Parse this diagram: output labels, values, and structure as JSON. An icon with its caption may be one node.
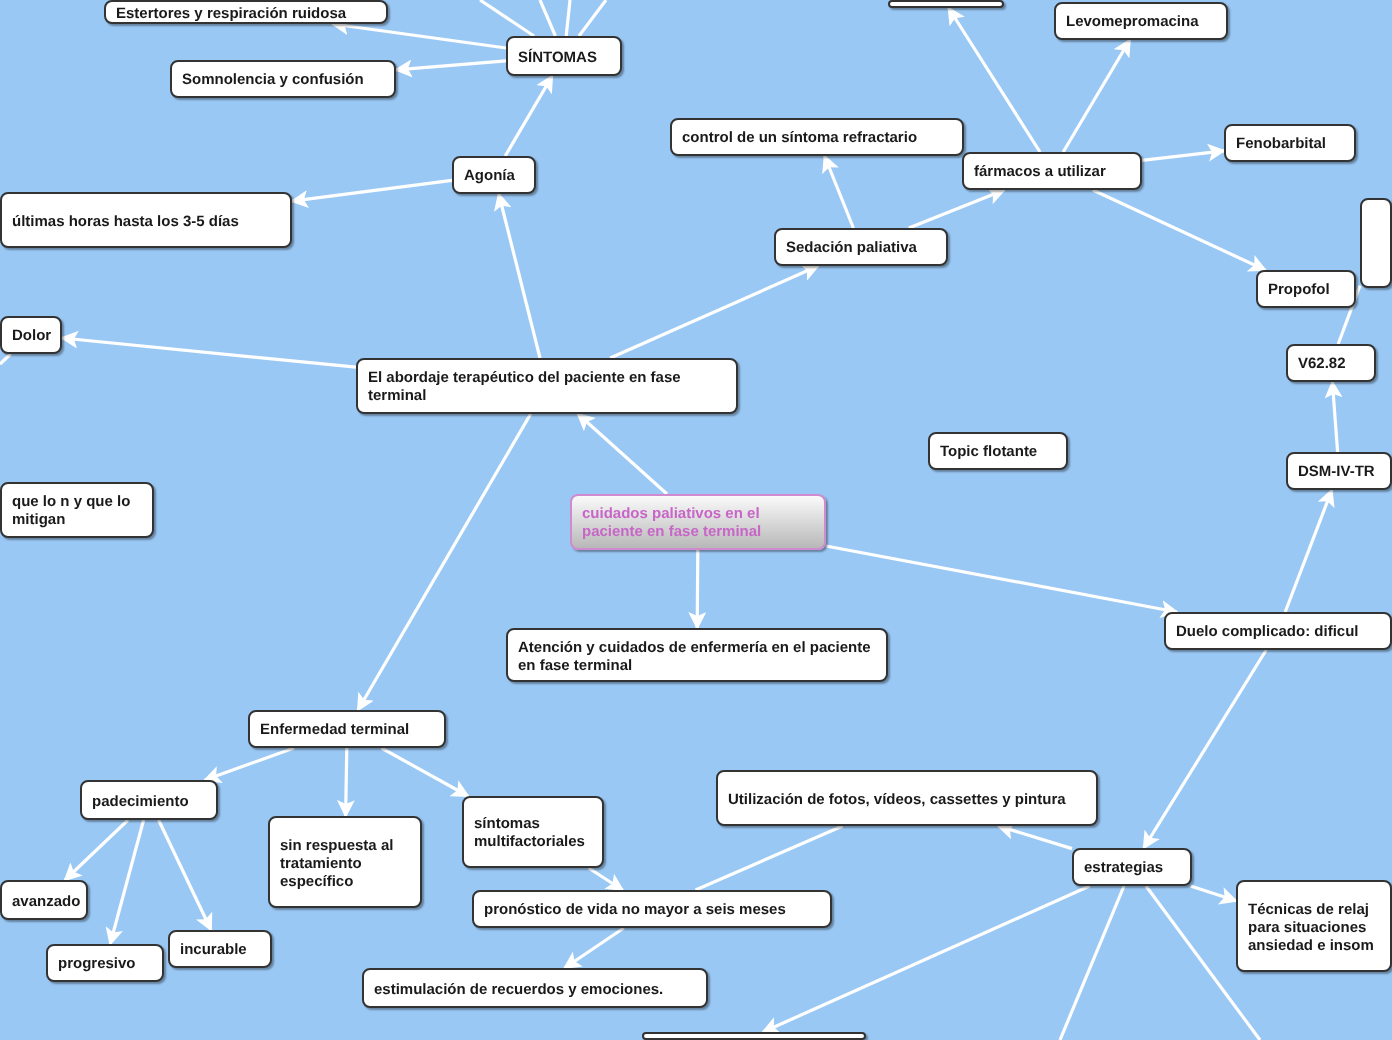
{
  "diagram": {
    "nodes": [
      {
        "text": [
          "Estertores y respiración ruidosa"
        ]
      },
      {
        "text": [],
        "shape": "box"
      },
      {
        "text": [
          "Levomepromacina"
        ]
      },
      {
        "text": [
          "SÍNTOMAS"
        ]
      },
      {
        "text": [
          "Somnolencia y confusión"
        ]
      },
      {
        "text": [
          "control de un síntoma refractario"
        ]
      },
      {
        "text": [
          "Fenobarbital"
        ]
      },
      {
        "text": [
          "fármacos a utilizar"
        ]
      },
      {
        "text": [
          "Agonía"
        ]
      },
      {
        "text": [],
        "shape": "box"
      },
      {
        "text": [
          "últimas horas hasta los 3-5 días"
        ]
      },
      {
        "text": [
          "Sedación paliativa"
        ]
      },
      {
        "text": [
          "Propofol"
        ]
      },
      {
        "text": [
          "Dolor"
        ]
      },
      {
        "text": [
          "V62.82"
        ]
      },
      {
        "text": [
          "El abordaje terapéutico del paciente en fase terminal"
        ]
      },
      {
        "text": [
          "Topic flotante"
        ]
      },
      {
        "text": [
          "DSM-IV-TR"
        ]
      },
      {
        "text": [
          "que lo n y que lo mitigan"
        ]
      },
      {
        "text": [
          "cuidados paliativos  en el paciente en fase terminal"
        ]
      },
      {
        "text": [
          "Atención y cuidados de enfermería en el paciente en fase terminal"
        ]
      },
      {
        "text": [
          "Duelo complicado: dificul"
        ]
      },
      {
        "text": [
          "Enfermedad terminal"
        ]
      },
      {
        "text": [
          "Utilización de fotos, vídeos, cassettes y pintura"
        ]
      },
      {
        "text": [
          "padecimiento"
        ]
      },
      {
        "text": [
          "sin respuesta al tratamiento específico"
        ]
      },
      {
        "text": [
          "síntomas multifactoriales"
        ]
      },
      {
        "text": [
          "estrategias"
        ]
      },
      {
        "text": [
          "Técnicas de relaj para situaciones ansiedad e insom"
        ]
      },
      {
        "text": [
          "avanzado"
        ]
      },
      {
        "text": [
          "pronóstico de vida no mayor a seis meses"
        ]
      },
      {
        "text": [
          "incurable"
        ]
      },
      {
        "text": [
          "progresivo"
        ]
      },
      {
        "text": [
          "estimulación de recuerdos y emociones."
        ]
      },
      {
        "text": [],
        "shape": "box"
      }
    ],
    "edges": [
      {
        "from": 3,
        "to": 0,
        "arrow": "to"
      },
      {
        "from": 3,
        "to": 4,
        "arrow": "to"
      },
      {
        "from": 3,
        "to": null,
        "arrow": "none"
      },
      {
        "from": 3,
        "to": null,
        "arrow": "none"
      },
      {
        "from": 3,
        "to": null,
        "arrow": "none"
      },
      {
        "from": 3,
        "to": null,
        "arrow": "none"
      },
      {
        "from": 8,
        "to": 3,
        "arrow": "to"
      },
      {
        "from": 8,
        "to": 10,
        "arrow": "to"
      },
      {
        "from": 15,
        "to": 8,
        "arrow": "to"
      },
      {
        "from": 15,
        "to": 13,
        "arrow": "to"
      },
      {
        "from": 15,
        "to": 11,
        "arrow": "to"
      },
      {
        "from": 15,
        "to": 22,
        "arrow": "to"
      },
      {
        "from": 19,
        "to": 15,
        "arrow": "to"
      },
      {
        "from": 19,
        "to": 20,
        "arrow": "to"
      },
      {
        "from": 19,
        "to": 21,
        "arrow": "to"
      },
      {
        "from": 11,
        "to": 5,
        "arrow": "to"
      },
      {
        "from": 11,
        "to": 7,
        "arrow": "to"
      },
      {
        "from": 7,
        "to": 1,
        "arrow": "to"
      },
      {
        "from": 7,
        "to": 2,
        "arrow": "to"
      },
      {
        "from": 7,
        "to": 6,
        "arrow": "to"
      },
      {
        "from": 7,
        "to": 12,
        "arrow": "to"
      },
      {
        "from": 14,
        "to": 9,
        "arrow": "none"
      },
      {
        "from": 17,
        "to": 14,
        "arrow": "to"
      },
      {
        "from": 21,
        "to": 17,
        "arrow": "to"
      },
      {
        "from": 21,
        "to": 27,
        "arrow": "to"
      },
      {
        "from": 27,
        "to": 23,
        "arrow": "to"
      },
      {
        "from": 27,
        "to": 28,
        "arrow": "to"
      },
      {
        "from": 27,
        "to": 34,
        "arrow": "to"
      },
      {
        "from": 27,
        "to": null,
        "arrow": "none"
      },
      {
        "from": 27,
        "to": null,
        "arrow": "none"
      },
      {
        "from": 22,
        "to": 24,
        "arrow": "to"
      },
      {
        "from": 22,
        "to": 25,
        "arrow": "to"
      },
      {
        "from": 22,
        "to": 26,
        "arrow": "to"
      },
      {
        "from": 24,
        "to": 29,
        "arrow": "to"
      },
      {
        "from": 24,
        "to": 32,
        "arrow": "to"
      },
      {
        "from": 24,
        "to": 31,
        "arrow": "to"
      },
      {
        "from": 26,
        "to": 30,
        "arrow": "to"
      },
      {
        "from": 30,
        "to": 33,
        "arrow": "to"
      },
      {
        "from": 23,
        "to": 30,
        "arrow": "none"
      },
      {
        "from": 13,
        "to": null,
        "arrow": "none"
      }
    ]
  }
}
